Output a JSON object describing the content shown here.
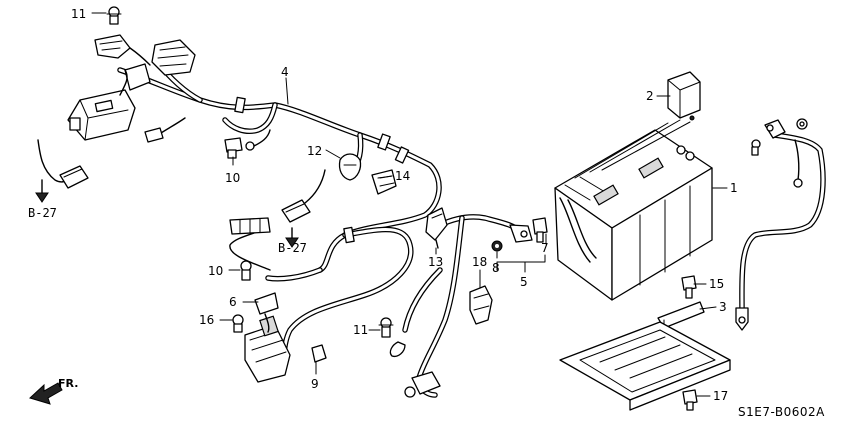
{
  "callouts": [
    {
      "id": "c1",
      "text": "1"
    },
    {
      "id": "c2",
      "text": "2"
    },
    {
      "id": "c3",
      "text": "3"
    },
    {
      "id": "c4",
      "text": "4"
    },
    {
      "id": "c5",
      "text": "5"
    },
    {
      "id": "c6",
      "text": "6"
    },
    {
      "id": "c7",
      "text": "7"
    },
    {
      "id": "c8",
      "text": "8"
    },
    {
      "id": "c9",
      "text": "9"
    },
    {
      "id": "c10a",
      "text": "10"
    },
    {
      "id": "c10b",
      "text": "10"
    },
    {
      "id": "c11a",
      "text": "11"
    },
    {
      "id": "c11b",
      "text": "11"
    },
    {
      "id": "c12",
      "text": "12"
    },
    {
      "id": "c13",
      "text": "13"
    },
    {
      "id": "c14",
      "text": "14"
    },
    {
      "id": "c15",
      "text": "15"
    },
    {
      "id": "c16",
      "text": "16"
    },
    {
      "id": "c17",
      "text": "17"
    },
    {
      "id": "c18",
      "text": "18"
    }
  ],
  "references": {
    "ref_a": "B-27",
    "ref_b": "B-27"
  },
  "direction_label": "FR.",
  "diagram_code": "S1E7-B0602A"
}
